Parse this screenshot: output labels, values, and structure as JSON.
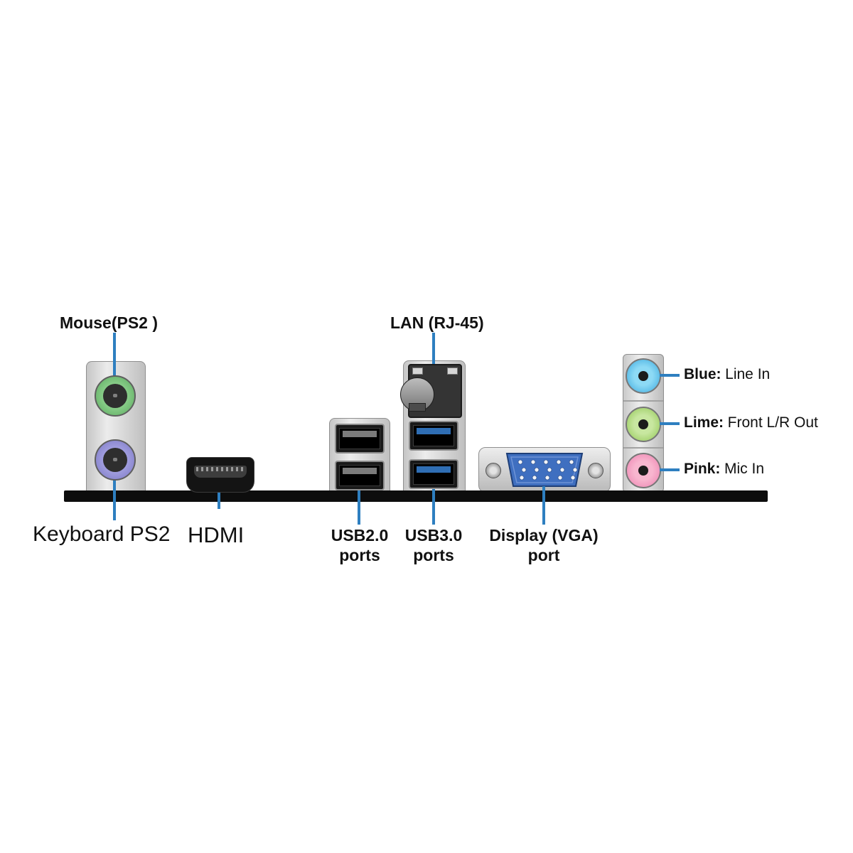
{
  "labels": {
    "mouse": "Mouse(PS2 )",
    "keyboard": "Keyboard PS2",
    "hdmi": "HDMI",
    "lan": "LAN (RJ-45)",
    "usb2": {
      "line1": "USB2.0",
      "line2": "ports"
    },
    "usb3": {
      "line1": "USB3.0",
      "line2": "ports"
    },
    "vga": {
      "line1": "Display (VGA)",
      "line2": "port"
    },
    "audio": {
      "blue": {
        "name": "Blue:",
        "desc": "Line In"
      },
      "lime": {
        "name": "Lime:",
        "desc": "Front L/R Out"
      },
      "pink": {
        "name": "Pink:",
        "desc": "Mic In"
      }
    }
  },
  "colors": {
    "callout_line": "#2e7fc0",
    "ps2_mouse_green": "#6cbd6c",
    "ps2_keyboard_purple": "#8a86d2",
    "usb3_tongue_blue": "#2f6eb4",
    "vga_connector_blue": "#3f6fc0",
    "audio_blue_jack": "#4cb9e8",
    "audio_lime_jack": "#a9d973",
    "audio_pink_jack": "#f08fb8",
    "panel_gray": "#cfcfcf",
    "baseline_black": "#0d0d0d"
  }
}
